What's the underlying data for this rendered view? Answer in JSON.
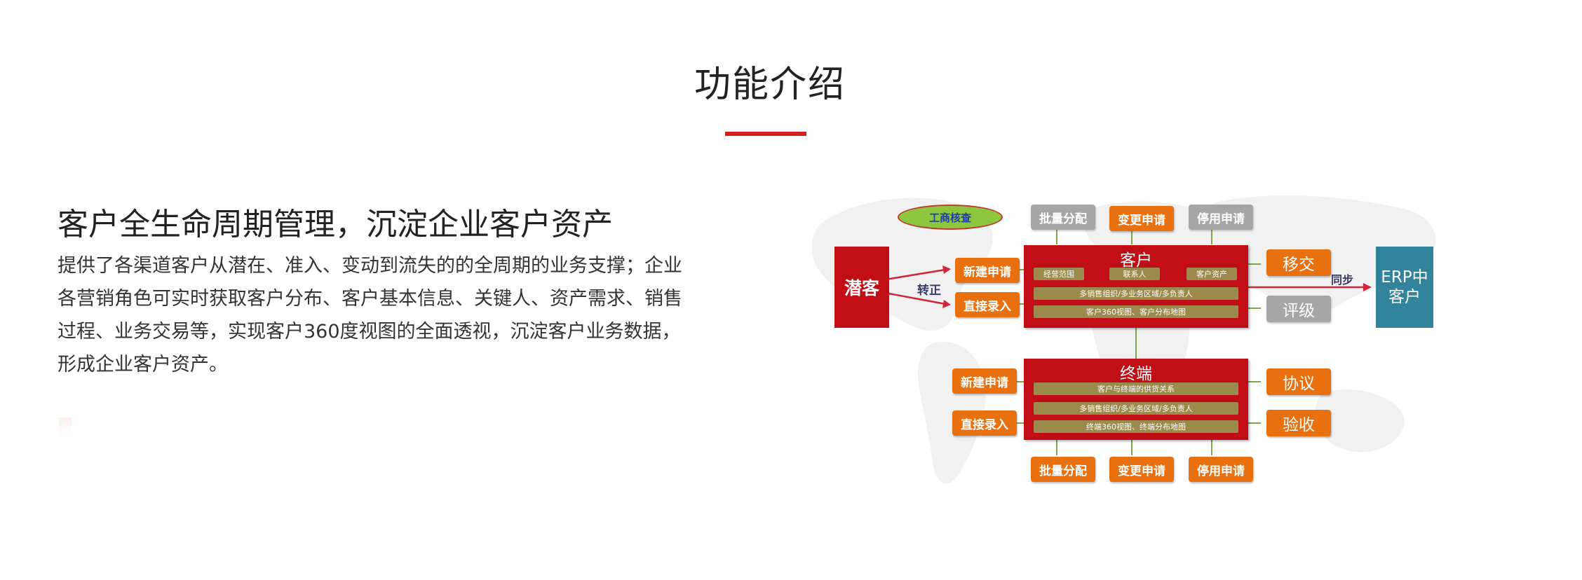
{
  "section": {
    "title": "功能介绍",
    "accent_color": "#d21f1f"
  },
  "feature": {
    "heading": "客户全生命周期管理，沉淀企业客户资产",
    "description_lines": [
      "提供了各渠道客户从潜在、准入、变动到流失的的全周期的业务支撑；企业",
      "各营销角色可实时获取客户分布、客户基本信息、关键人、资产需求、销售",
      "过程、业务交易等，实现客户360度视图的全面透视，沉淀客户业务数据，",
      "形成企业客户资产。"
    ]
  },
  "diagram": {
    "gongshang": "工商核查",
    "qianke": "潜客",
    "zhuanzheng": "转正",
    "tongbu": "同步",
    "erp_line1": "ERP中",
    "erp_line2": "客户",
    "top_buttons": [
      "批量分配",
      "变更申请",
      "停用申请"
    ],
    "customer_inputs": [
      "新建申请",
      "直接录入"
    ],
    "customer": {
      "title": "客户",
      "tags": [
        "经营范围",
        "联系人",
        "客户资产"
      ],
      "bars": [
        "多销售组织/多业务区域/多负责人",
        "客户360视图、客户分布地图"
      ]
    },
    "customer_actions": [
      "移交",
      "评级"
    ],
    "terminal_inputs": [
      "新建申请",
      "直接录入"
    ],
    "terminal": {
      "title": "终端",
      "bars": [
        "客户与终端的供货关系",
        "多销售组织/多业务区域/多负责人",
        "终端360视图、终端分布地图"
      ]
    },
    "terminal_actions": [
      "协议",
      "验收"
    ],
    "bottom_buttons": [
      "批量分配",
      "变更申请",
      "停用申请"
    ],
    "colors": {
      "red": "#c00d16",
      "orange": "#e8700f",
      "gray": "#a6a6a6",
      "teal": "#31849b",
      "olive": "#9b8a4c",
      "green": "#8dc63f"
    }
  }
}
